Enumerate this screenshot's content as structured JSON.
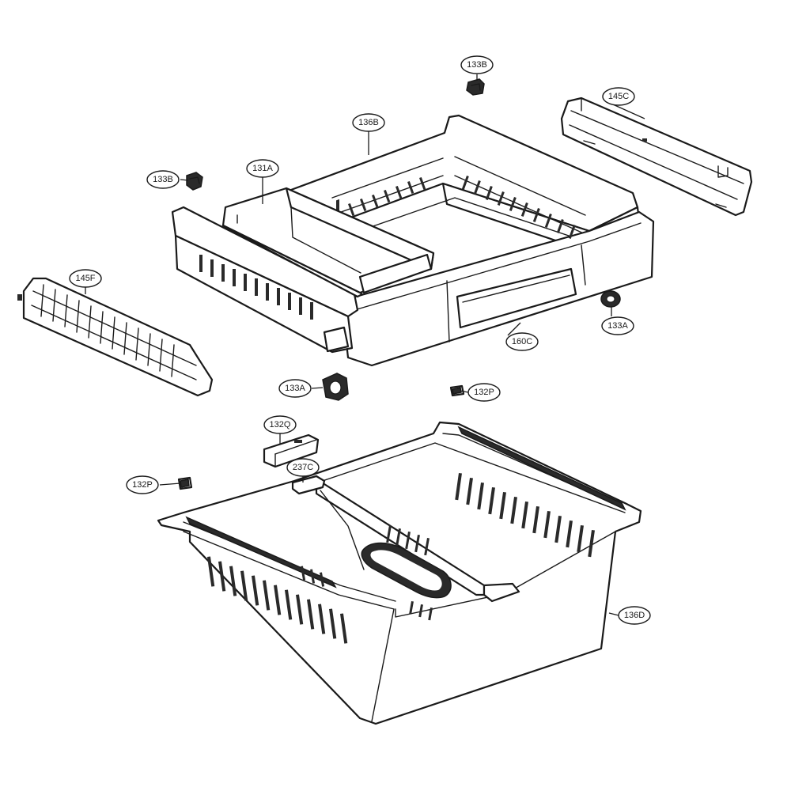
{
  "callouts": [
    {
      "id": "133b_top",
      "label": "133B"
    },
    {
      "id": "145c",
      "label": "145C"
    },
    {
      "id": "136b",
      "label": "136B"
    },
    {
      "id": "133b_left",
      "label": "133B"
    },
    {
      "id": "131a",
      "label": "131A"
    },
    {
      "id": "145f",
      "label": "145F"
    },
    {
      "id": "133a_right",
      "label": "133A"
    },
    {
      "id": "160c",
      "label": "160C"
    },
    {
      "id": "133a_mid",
      "label": "133A"
    },
    {
      "id": "132p_right",
      "label": "132P"
    },
    {
      "id": "132q",
      "label": "132Q"
    },
    {
      "id": "237c",
      "label": "237C"
    },
    {
      "id": "132p_left",
      "label": "132P"
    },
    {
      "id": "136d",
      "label": "136D"
    }
  ]
}
